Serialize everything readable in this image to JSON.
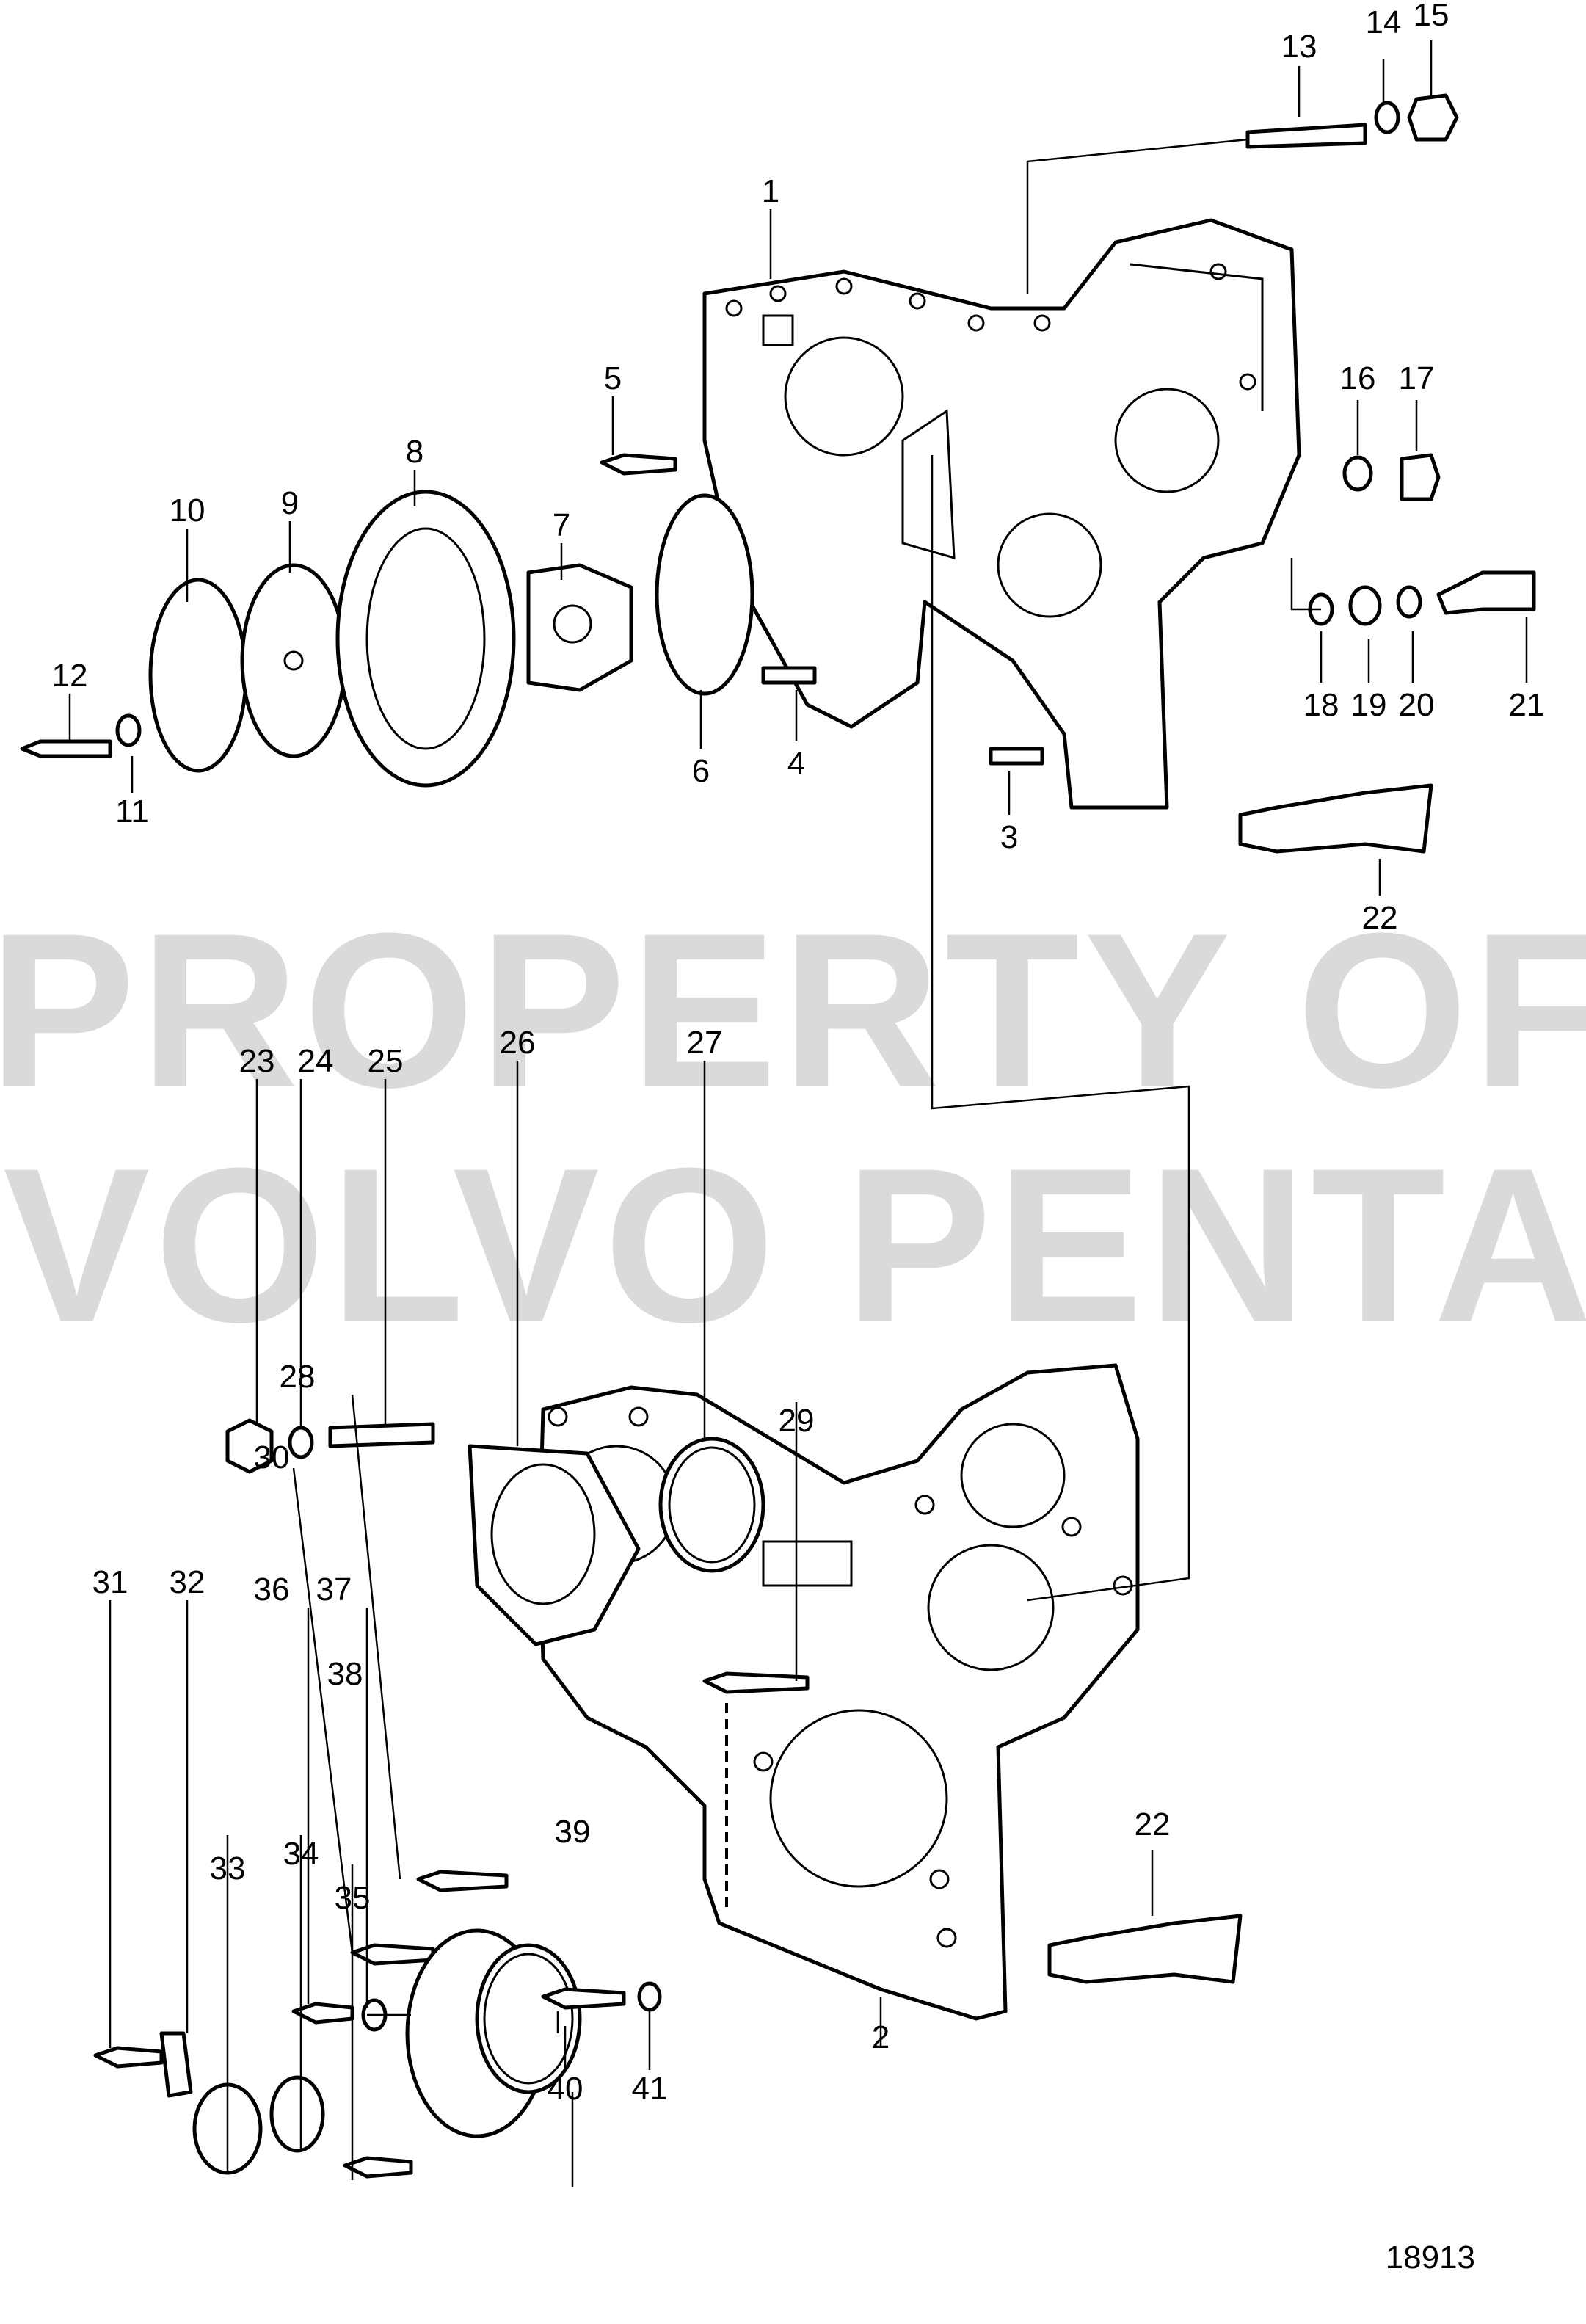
{
  "watermark": {
    "line1": "PROPERTY OF",
    "line2": "VOLVO PENTA"
  },
  "figure_number": "18913",
  "callouts": [
    "1",
    "2",
    "3",
    "4",
    "5",
    "6",
    "7",
    "8",
    "9",
    "10",
    "11",
    "12",
    "13",
    "14",
    "15",
    "16",
    "17",
    "18",
    "19",
    "20",
    "21",
    "22",
    "22",
    "23",
    "24",
    "25",
    "26",
    "27",
    "28",
    "29",
    "30",
    "31",
    "32",
    "33",
    "34",
    "35",
    "36",
    "37",
    "38",
    "39",
    "40",
    "41"
  ]
}
